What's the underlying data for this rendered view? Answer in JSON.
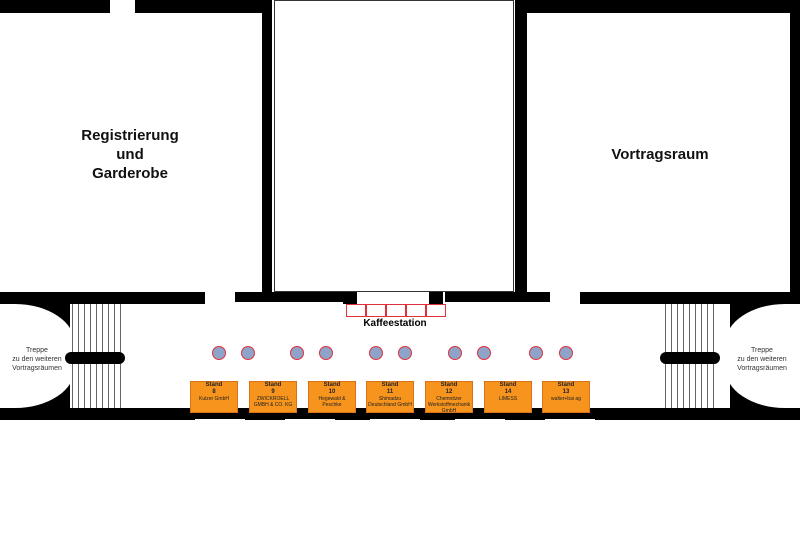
{
  "rooms": {
    "registration": "Registrierung und Garderobe",
    "reg_l1": "Registrierung",
    "reg_l2": "und",
    "reg_l3": "Garderobe",
    "lecture": "Vortragsraum",
    "coffee": "Kaffeestation"
  },
  "stairs": {
    "l1": "Treppe",
    "l2": "zu den weiteren",
    "l3": "Vortragsräumen"
  },
  "stands": [
    {
      "label": "Stand",
      "num": "8",
      "company": "Kulzer GmbH"
    },
    {
      "label": "Stand",
      "num": "9",
      "company": "ZWICKROELL GMBH & CO. KG"
    },
    {
      "label": "Stand",
      "num": "10",
      "company": "Hegewald & Peschke"
    },
    {
      "label": "Stand",
      "num": "11",
      "company": "Shimadzu Deutschland GmbH"
    },
    {
      "label": "Stand",
      "num": "12",
      "company": "Chemnitzer Werkstoffmechanik GmbH"
    },
    {
      "label": "Stand",
      "num": "14",
      "company": "LIMESS"
    },
    {
      "label": "Stand",
      "num": "13",
      "company": "walter+bai ag"
    }
  ],
  "colors": {
    "stand": "#f7941d",
    "table": "#8fa3c8",
    "accent": "#e0303a"
  }
}
